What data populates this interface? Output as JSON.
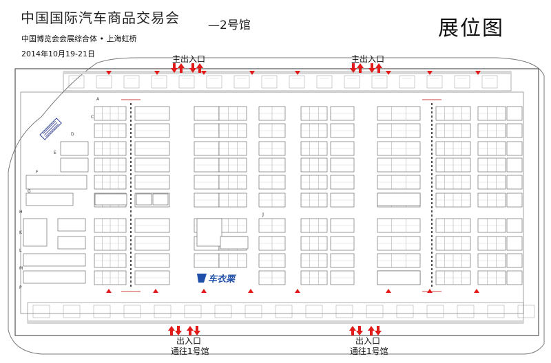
{
  "header": {
    "title": "中国国际汽车商品交易会",
    "hall": "—2号馆",
    "subtitle": "中国博览会会展综合体 • 上海虹桥",
    "date": "2014年10月19-21日",
    "map_title": "展位图"
  },
  "entrances": {
    "top_left": "主出入口",
    "top_right": "主出入口",
    "bottom_left_1": "出入口",
    "bottom_left_2": "通往1号馆",
    "bottom_right_1": "出入口",
    "bottom_right_2": "通往1号馆"
  },
  "row_letters": [
    "A",
    "C",
    "D",
    "E",
    "F",
    "G",
    "H",
    "K",
    "L",
    "M",
    "P"
  ],
  "aisle_marks": [
    "J"
  ],
  "logo": {
    "text": "车衣栗"
  },
  "colors": {
    "arrow": "#e11a1a",
    "wall": "#555555",
    "booth_stroke": "#555555",
    "logo_blue": "#1f4fa8"
  }
}
